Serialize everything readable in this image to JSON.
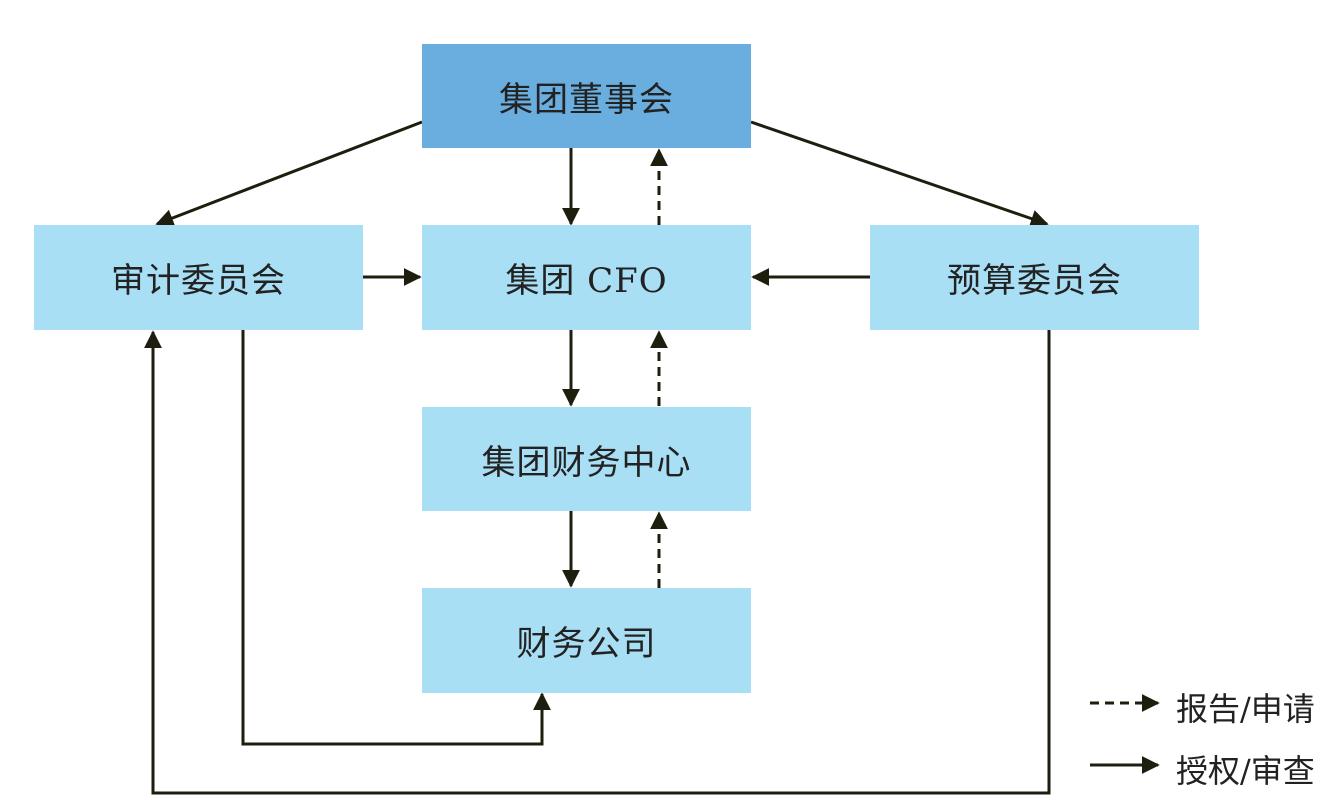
{
  "nodes": {
    "board": "集团董事会",
    "audit": "审计委员会",
    "cfo": "集团 CFO",
    "budget": "预算委员会",
    "finance_center": "集团财务中心",
    "finance_company": "财务公司"
  },
  "legend": {
    "dashed": "报告/申请",
    "solid": "授权/审查"
  },
  "colors": {
    "top_box": "#6aaedf",
    "box": "#a9dff5",
    "line": "#1e1e0e"
  }
}
